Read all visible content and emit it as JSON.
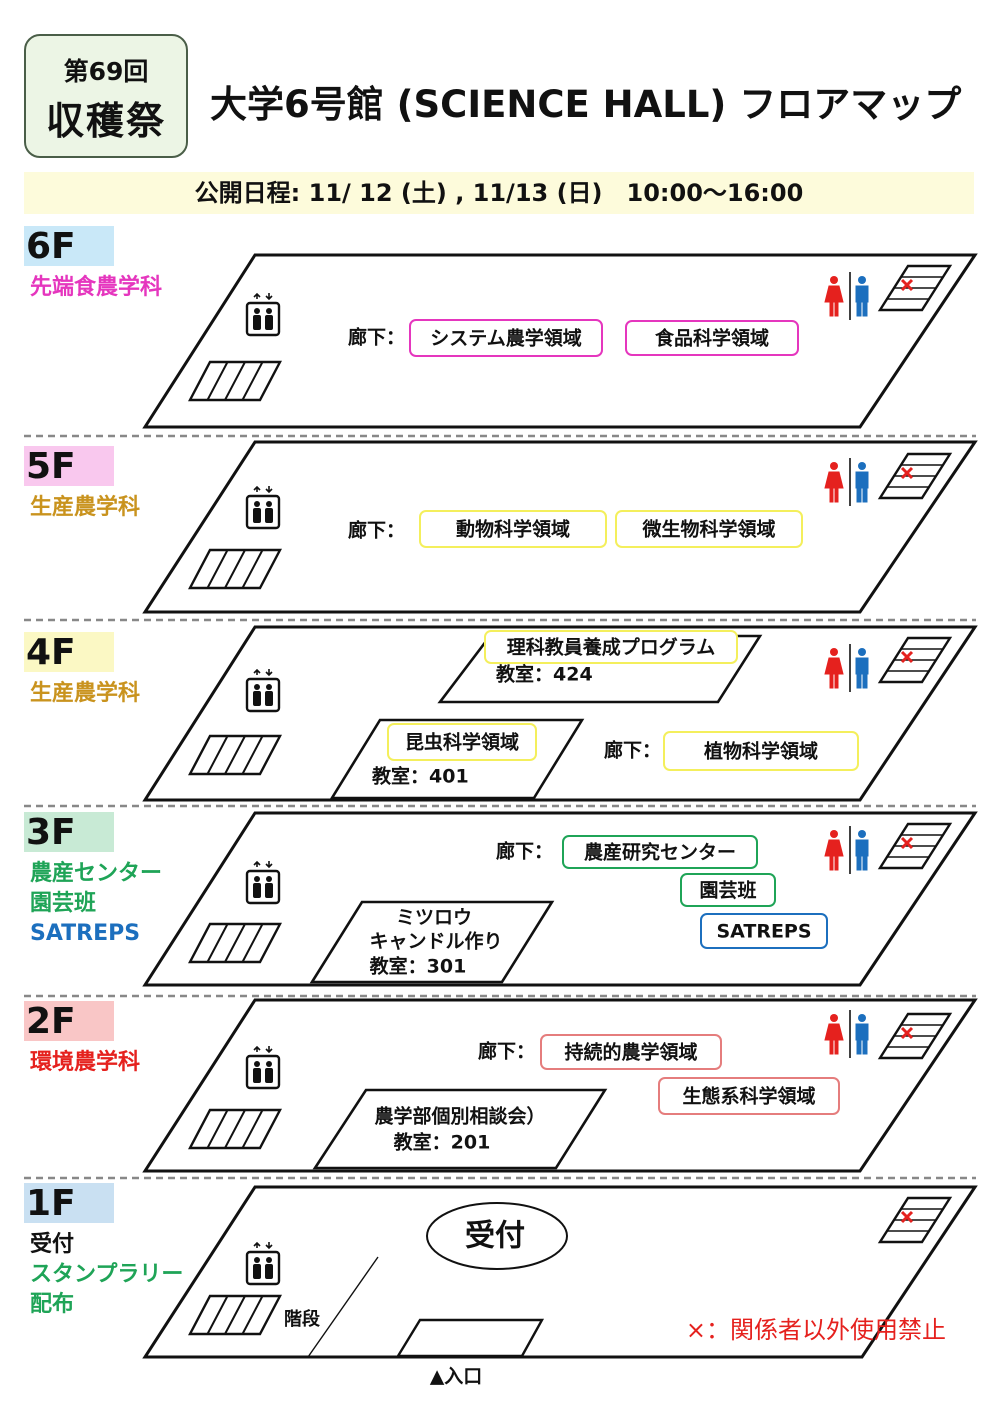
{
  "festival": {
    "edition": "第69回",
    "name": "収穫祭"
  },
  "title": "大学6号館 (SCIENCE HALL) フロアマップ",
  "schedule": "公開日程: 11/ 12 (土) , 11/13 (日)　10:00～16:00",
  "corridor_label": "廊下：",
  "legend": "×：関係者以外使用禁止",
  "entrance": "▲入口",
  "reception": "受付",
  "stairs": "階段",
  "colors": {
    "pink": "#e536be",
    "yellow": "#f4ef5c",
    "gold": "#c9931e",
    "green": "#1fa457",
    "blue": "#1c6fbe",
    "red": "#e5211e",
    "toilet_woman": "#e5211e",
    "toilet_man": "#1c6fbe",
    "no_entry": "#e5211e"
  },
  "icons": [
    "elevator-icon",
    "toilet-icon",
    "stairs-icon",
    "no-entry-icon"
  ],
  "floors": [
    {
      "id": "6f",
      "label": "6F",
      "label_bg": "#c9e8f8",
      "depts": [
        {
          "text": "先端食農学科",
          "color": "#e536be"
        }
      ],
      "corridor": true,
      "boxes": [
        {
          "text": "システム農学領域",
          "border": "#e536be"
        },
        {
          "text": "食品科学領域",
          "border": "#e536be"
        }
      ],
      "rooms": []
    },
    {
      "id": "5f",
      "label": "5F",
      "label_bg": "#f9c8ee",
      "depts": [
        {
          "text": "生産農学科",
          "color": "#c9931e"
        }
      ],
      "corridor": true,
      "boxes": [
        {
          "text": "動物科学領域",
          "border": "#f4ef5c"
        },
        {
          "text": "微生物科学領域",
          "border": "#f4ef5c"
        }
      ],
      "rooms": []
    },
    {
      "id": "4f",
      "label": "4F",
      "label_bg": "#fbf8c4",
      "depts": [
        {
          "text": "生産農学科",
          "color": "#c9931e"
        }
      ],
      "corridor": true,
      "boxes": [
        {
          "text": "植物科学領域",
          "border": "#f4ef5c"
        }
      ],
      "rooms": [
        {
          "title": "理科教員養成プログラム",
          "title_border": "#f4ef5c",
          "lines": [],
          "room": "教室：424"
        },
        {
          "title": "昆虫科学領域",
          "title_border": "#f4ef5c",
          "lines": [],
          "room": "教室：401"
        }
      ]
    },
    {
      "id": "3f",
      "label": "3F",
      "label_bg": "#c8ead5",
      "depts": [
        {
          "text": "農産センター",
          "color": "#1fa457"
        },
        {
          "text": "園芸班",
          "color": "#1fa457"
        },
        {
          "text": "SATREPS",
          "color": "#1c6fbe"
        }
      ],
      "corridor": true,
      "boxes": [
        {
          "text": "農産研究センター",
          "border": "#1fa457"
        },
        {
          "text": "園芸班",
          "border": "#1fa457"
        },
        {
          "text": "SATREPS",
          "border": "#1c6fbe"
        }
      ],
      "rooms": [
        {
          "title": "",
          "title_border": "",
          "lines": [
            "ミツロウ",
            "キャンドル作り"
          ],
          "room": "教室：301"
        }
      ]
    },
    {
      "id": "2f",
      "label": "2F",
      "label_bg": "#f9c6c6",
      "depts": [
        {
          "text": "環境農学科",
          "color": "#e5211e"
        }
      ],
      "corridor": true,
      "boxes": [
        {
          "text": "持続的農学領域",
          "border": "#e57d7d"
        },
        {
          "text": "生態系科学領域",
          "border": "#e57d7d"
        }
      ],
      "rooms": [
        {
          "title": "",
          "title_border": "",
          "lines": [
            "農学部個別相談会）"
          ],
          "room": "教室：201"
        }
      ]
    },
    {
      "id": "1f",
      "label": "1F",
      "label_bg": "#c9e0f2",
      "depts": [
        {
          "text": "受付",
          "color": "#111111"
        },
        {
          "text": "スタンプラリー",
          "color": "#1fa457"
        },
        {
          "text": "配布",
          "color": "#1fa457"
        }
      ],
      "corridor": false,
      "boxes": [],
      "rooms": []
    }
  ]
}
